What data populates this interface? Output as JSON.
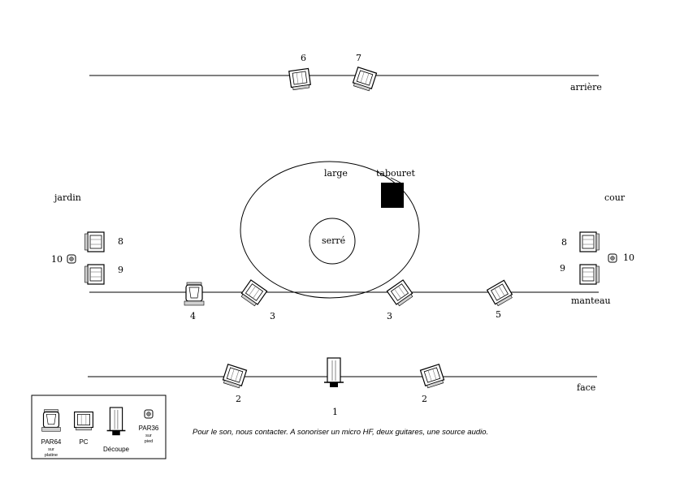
{
  "zones": {
    "arriere": "arrière",
    "manteau": "manteau",
    "face": "face",
    "jardin": "jardin",
    "cour": "cour",
    "large": "large",
    "serre": "serré",
    "tabouret": "tabouret"
  },
  "numbers": {
    "n6": "6",
    "n7": "7",
    "n8l": "8",
    "n9l": "9",
    "n10l": "10",
    "n8r": "8",
    "n9r": "9",
    "n10r": "10",
    "n4": "4",
    "n3l": "3",
    "n3r": "3",
    "n5": "5",
    "n2l": "2",
    "n1": "1",
    "n2r": "2"
  },
  "note": "Pour le son, nous contacter. A sonoriser un micro HF, deux guitares, une source audio.",
  "legend": {
    "par64": {
      "name": "PAR64",
      "sub1": "sur",
      "sub2": "platine"
    },
    "pc": {
      "name": "PC"
    },
    "decoupe": {
      "name": "Découpe"
    },
    "par36": {
      "name": "PAR36",
      "sub1": "sur",
      "sub2": "pied"
    }
  },
  "colors": {
    "ink": "#000000",
    "fixture_fill": "#ffffff",
    "shade": "#d0d0d0"
  },
  "icons": {
    "par64": "par64-fixture-icon",
    "pc": "pc-fixture-icon",
    "decoupe": "profile-spot-icon",
    "par36": "par36-fixture-icon",
    "stool": "stool-icon"
  }
}
